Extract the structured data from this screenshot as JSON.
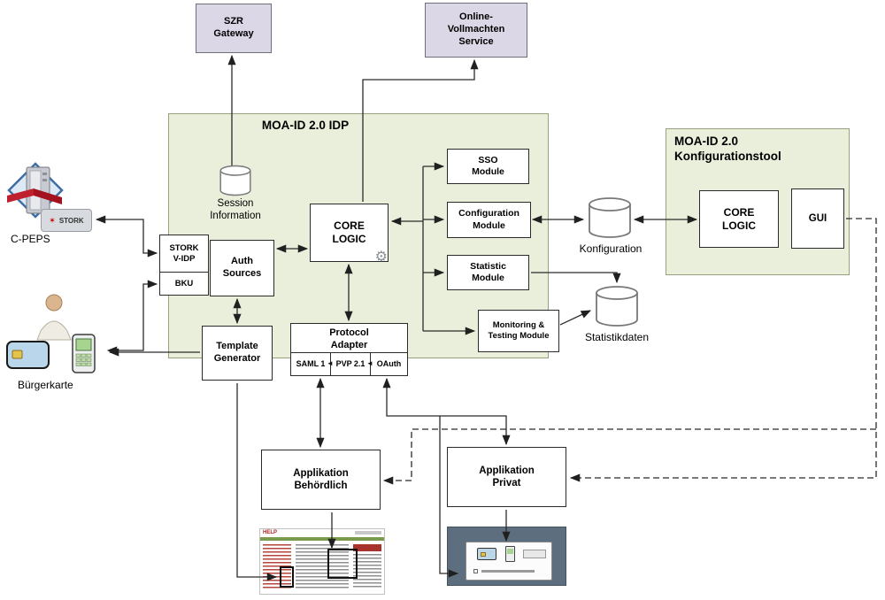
{
  "nodes": {
    "szr_gateway": "SZR Gateway",
    "online_vollmachten": "Online-Vollmachten Service",
    "idp_title": "MOA-ID 2.0 IDP",
    "session_information": "Session Information",
    "stork_vidp": "STORK V-IDP",
    "bku": "BKU",
    "auth_sources": "Auth Sources",
    "core_logic": "CORE LOGIC",
    "sso_module": "SSO Module",
    "configuration_module": "Configuration Module",
    "statistic_module": "Statistic Module",
    "monitoring_module": "Monitoring & Testing Module",
    "template_generator": "Template Generator",
    "protocol_adapter": "Protocol Adapter",
    "protocol_saml": "SAML 1",
    "protocol_pvp": "PVP 2.1",
    "protocol_oauth": "OAuth",
    "konfigtool_title_line1": "MOA-ID 2.0",
    "konfigtool_title_line2": "Konfigurationstool",
    "konfigtool_core_logic": "CORE LOGIC",
    "gui": "GUI",
    "db_konfiguration": "Konfiguration",
    "db_statistikdaten": "Statistikdaten",
    "cpeps_label": "C-PEPS",
    "stork_badge": "STORK",
    "buergerkarte_label": "Bürgerkarte",
    "app_behoerdlich": "Applikation Behördlich",
    "app_privat": "Applikation Privat"
  },
  "screenshots": {
    "help_logo": "HELP"
  },
  "colors": {
    "container_green": "#e9efdb",
    "external_lavender": "#dcd7e6",
    "ribbon_red": "#c0202e",
    "wire": "#2b2b2b"
  }
}
